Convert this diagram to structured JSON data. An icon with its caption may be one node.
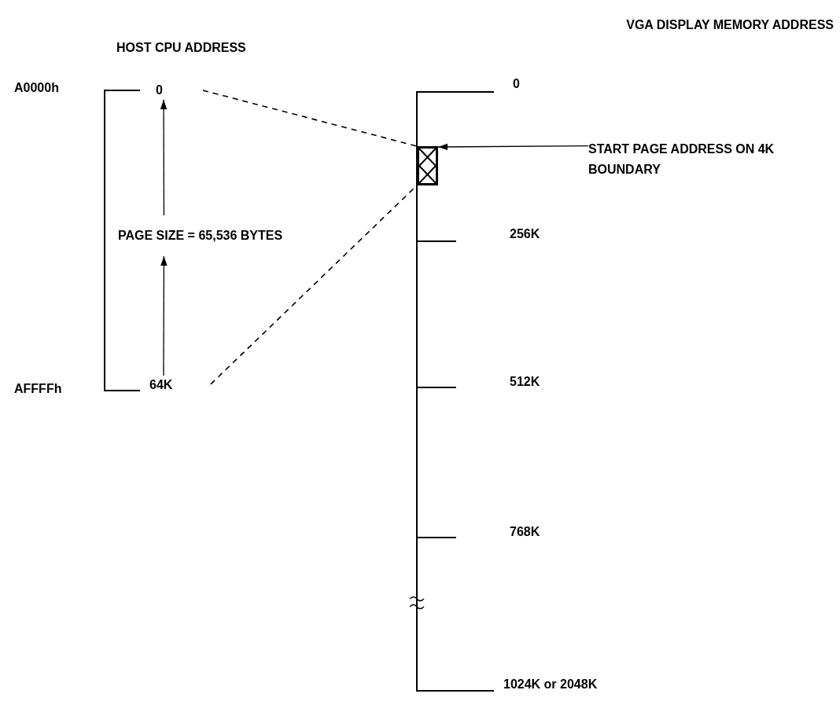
{
  "diagram": {
    "nodes": [
      {
        "text": [
          "0"
        ]
      },
      {
        "text": [
          "64K"
        ]
      },
      {
        "text": [
          "PAGE SIZE = 65,536 BYTES"
        ]
      },
      {
        "text": [],
        "shape": "box"
      },
      {
        "text": [
          "START PAGE ADDRESS ON 4K BOUNDARY"
        ]
      }
    ],
    "edges": [
      {
        "from": 2,
        "to": 0,
        "arrow": "to"
      },
      {
        "from": 1,
        "to": 2,
        "arrow": "to"
      },
      {
        "from": 0,
        "to": 3,
        "arrow": "none",
        "style": "dashed"
      },
      {
        "from": 1,
        "to": 3,
        "arrow": "none",
        "style": "dashed"
      },
      {
        "from": 4,
        "to": 3,
        "arrow": "to"
      }
    ],
    "labels": [
      "VGA DISPLAY MEMORY ADDRESS",
      "HOST CPU ADDRESS",
      "A0000h",
      "0",
      "256K",
      "512K",
      "AFFFFh",
      "768K",
      "1024K or 2048K"
    ]
  }
}
